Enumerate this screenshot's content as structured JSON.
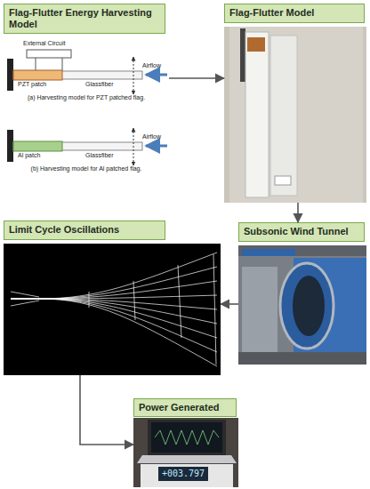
{
  "diagram": {
    "nodes": [
      {
        "text": [
          "Flag-Flutter Energy Harvesting Model"
        ]
      },
      {
        "text": [
          "Flag-Flutter Model"
        ]
      },
      {
        "text": [
          "Subsonic Wind Tunnel"
        ]
      },
      {
        "text": [
          "Limit Cycle Oscillations"
        ]
      },
      {
        "text": [
          "Power Generated"
        ]
      }
    ],
    "edges": [
      {
        "from": 0,
        "to": 1,
        "arrow": "to"
      },
      {
        "from": 1,
        "to": 2,
        "arrow": "to"
      },
      {
        "from": 2,
        "to": 3,
        "arrow": "to"
      },
      {
        "from": 3,
        "to": 4,
        "arrow": "to"
      }
    ],
    "labels": [
      "External Circuit",
      "PZT patch",
      "Glassfiber",
      "Airflow",
      "(a) Harvesting model for PZT patched flag.",
      "Al patch",
      "Glassfiber",
      "Airflow",
      "(b) Harvesting model for Al patched flag.",
      "+003.797"
    ]
  }
}
